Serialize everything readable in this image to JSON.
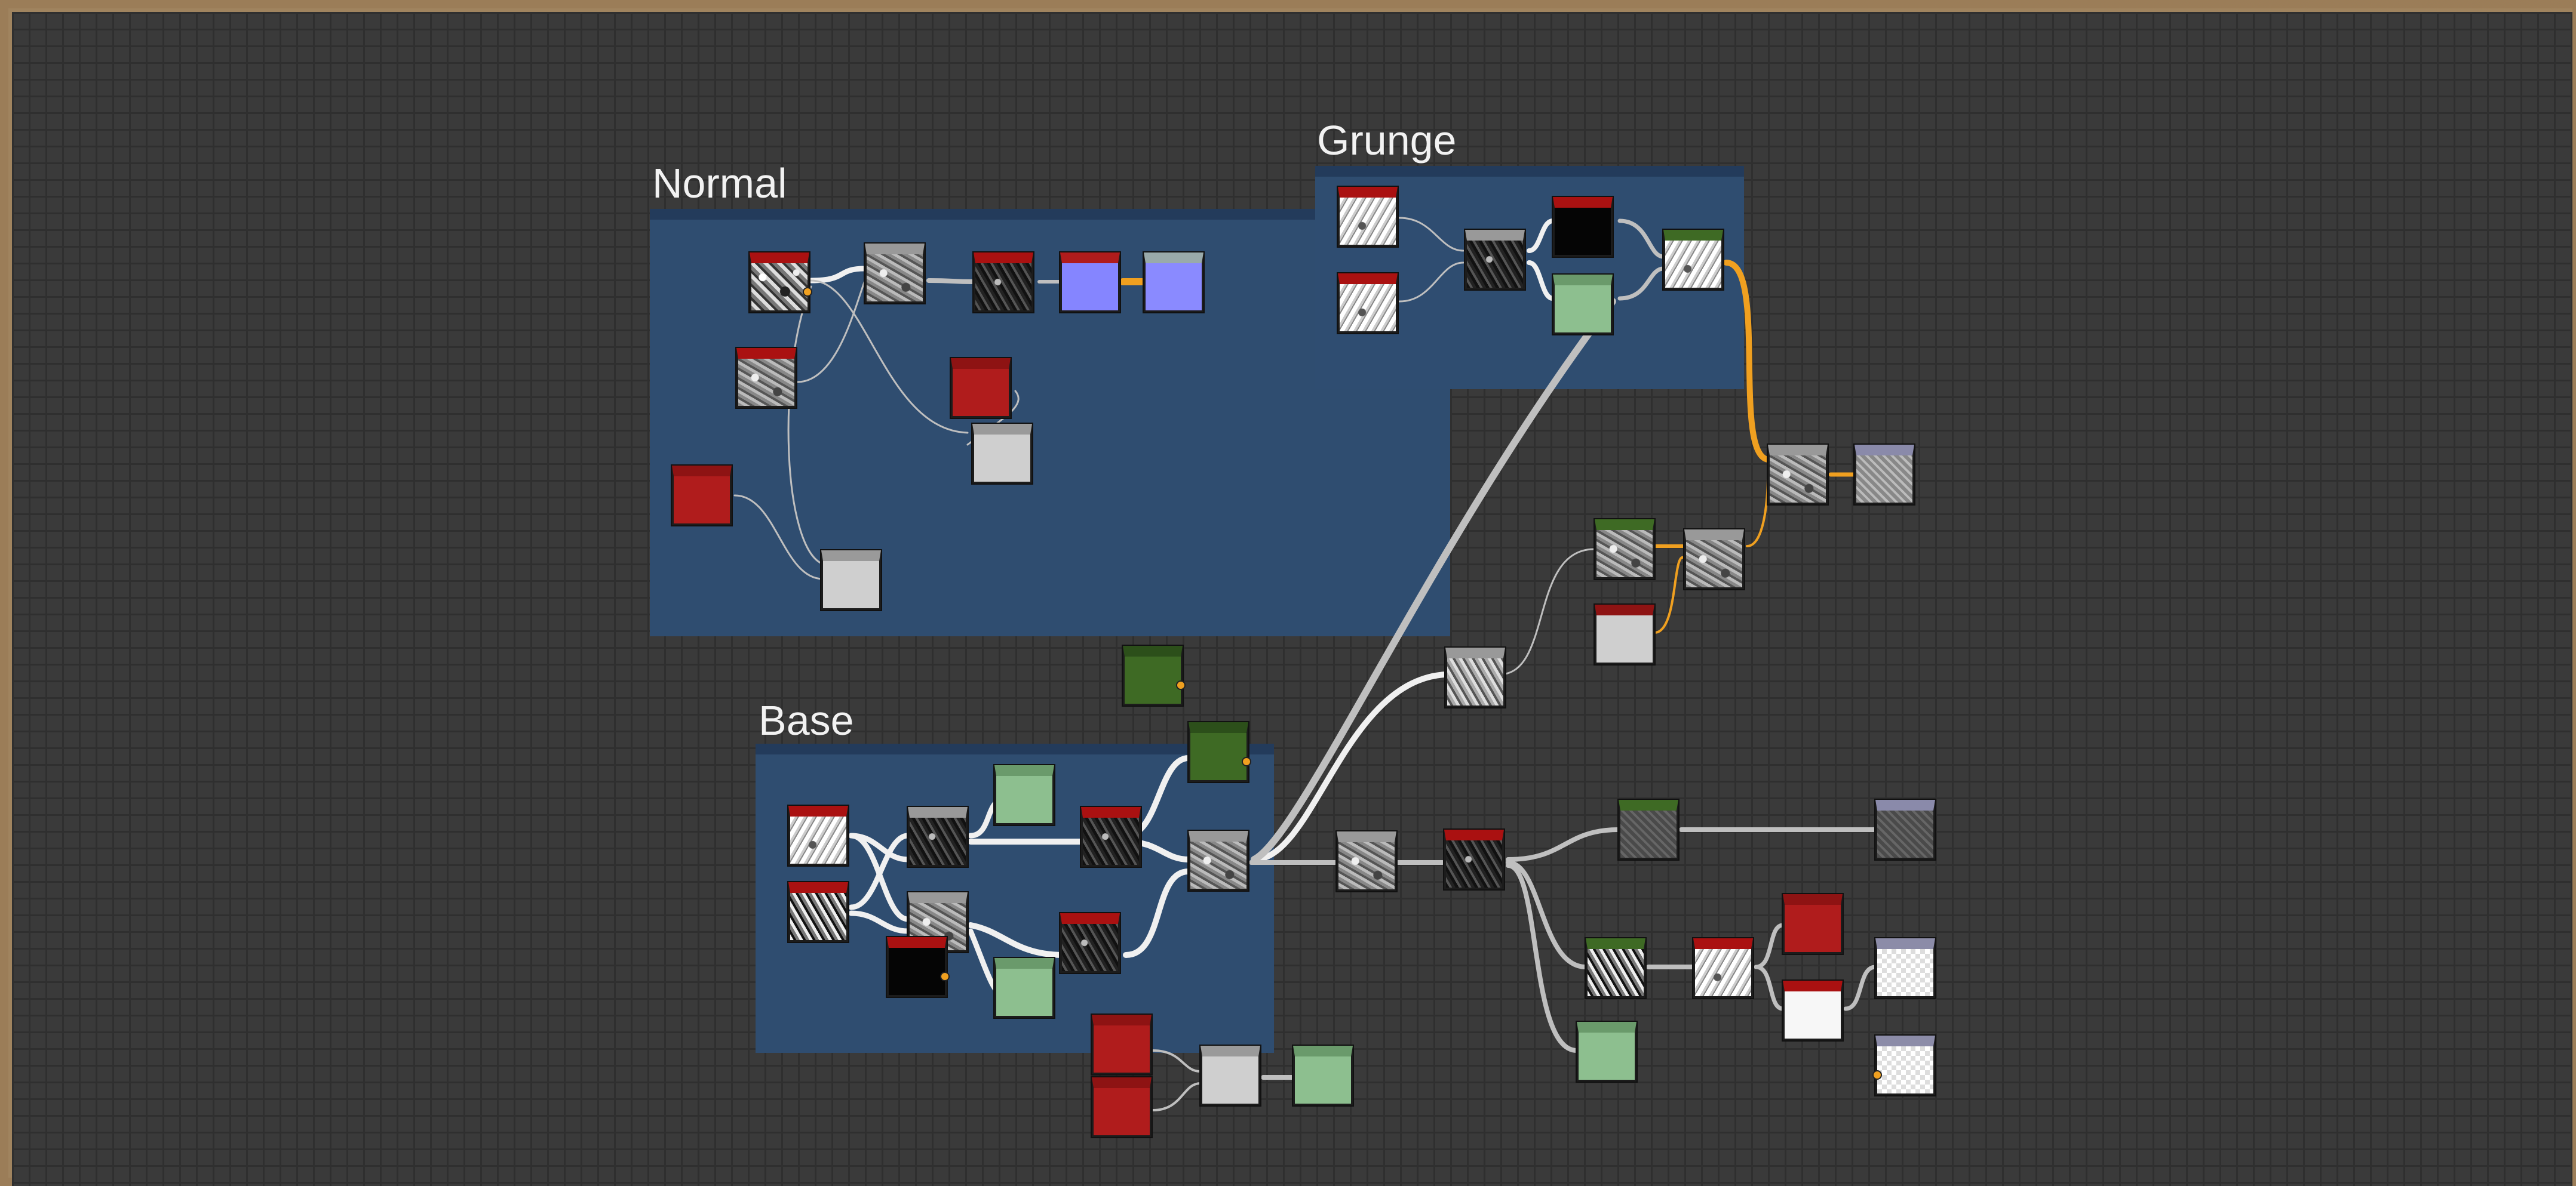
{
  "app": {
    "view": "node-graph-editor"
  },
  "frames": {
    "normal": {
      "title": "Normal"
    },
    "grunge": {
      "title": "Grunge"
    },
    "base": {
      "title": "Base"
    }
  },
  "colors": {
    "canvas": "#3a3a3a",
    "frame_fill": "#2f4e72",
    "wire_default": "#bfbfbf",
    "wire_white": "#f0f0f0",
    "wire_highlight": "#f0a020",
    "node_red": "#b01c1c",
    "node_green": "#8dbf8f",
    "node_dark_green": "#3e6a24",
    "node_blue": "#8585ff"
  },
  "node_types": {
    "normal_noise_1": "noise-texture",
    "normal_noise_2": "noise-texture",
    "normal_noise_3": "noise-texture",
    "normal_blue_1": "normal-map",
    "normal_blue_2": "normal-map-output",
    "normal_blur": "blurred-noise",
    "normal_red_1": "uniform-color",
    "normal_red_2": "uniform-color",
    "normal_gray_1": "blend",
    "normal_gray_2": "blend",
    "grunge_noise_1": "noise-texture",
    "grunge_noise_2": "noise-texture",
    "grunge_noise_3": "noise-texture",
    "grunge_black": "levels",
    "grunge_green": "mask-green",
    "grunge_white": "output-light"
  }
}
